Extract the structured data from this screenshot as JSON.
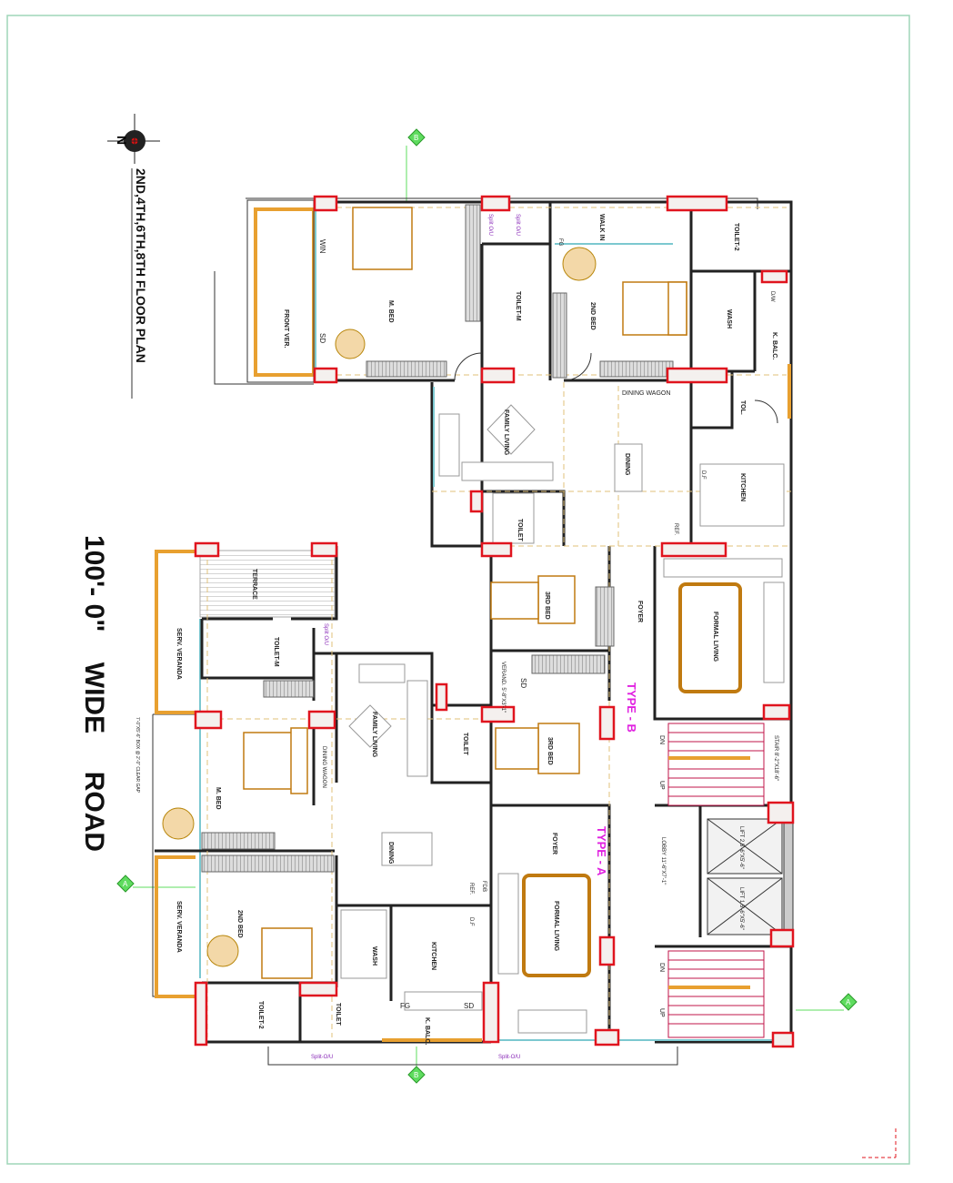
{
  "plan": {
    "title": "2ND,4TH,6TH,8TH  FLOOR PLAN",
    "road_label": "100'- 0\"    WIDE     ROAD",
    "type_a": "TYPE - A",
    "type_b": "TYPE - B",
    "grid_marker": "B",
    "grid_marker_2": "A"
  },
  "upper_unit": {
    "front_verandah": "FRONT VER.",
    "master_bed": "M. BED",
    "toilet_m": "TOILET-M",
    "split_1": "Split O/U",
    "split_2": "Split O/U",
    "walk_in": "WALK IN",
    "second_bed": "2ND BED",
    "toilet_2": "TOILET-2",
    "wash": "WASH",
    "kitchen_balcony": "K. BALC.",
    "toilet_small": "TOL.",
    "dining_wagon": "DINING WAGON",
    "family_living": "FAMILY LIVING",
    "dining": "DINING",
    "kitchen": "KITCHEN",
    "toilet": "TOILET",
    "dw": "D/W",
    "df": "D.F",
    "ref": "REF.",
    "win": "WIN",
    "sd": "SD",
    "fg": "FG"
  },
  "lower_unit": {
    "terrace": "TERRACE",
    "serv_verandah_1": "SERV. VERANDA",
    "toilet_m": "TOILET-M",
    "split": "Split O/U",
    "master_bed": "M. BED",
    "dining_wagon": "DINING WAGON",
    "serv_verandah_2": "SERV. VERANDA",
    "second_bed": "2ND BED",
    "toilet_2": "TOILET-2",
    "toilet_3": "TOILET",
    "wash": "WASH",
    "kitchen": "KITCHEN",
    "kitchen_balcony": "K. BALC.",
    "family_living": "FAMILY LIVING",
    "dining": "DINING",
    "toilet": "TOILET",
    "split_bottom": "Split-O/U",
    "split_bottom_2": "Split-O/U",
    "ac_note": "7'-0\"X5'-6\" BOX @ 2'-0\" CLEAR GAP",
    "fg": "FG",
    "sd": "SD",
    "df": "D.F",
    "ref": "REF."
  },
  "core": {
    "bed_b": "3RD BED",
    "verandah": "VERAND.\n5'-8\"X3'-1\"",
    "bed_a": "3RD BED",
    "foyer_a": "FOYER",
    "foyer_b": "FOYER",
    "formal_living_a": "FORMAL LIVING",
    "formal_living_b": "FORMAL LIVING",
    "stair": "STAIR 8'-2\"X18'-6\"",
    "lift_1": "LIFT 1 5'-6\"X5'-6\"",
    "lift_2": "LIFT 2 5'-6\"X5'-6\"",
    "lobby": "LOBBY 11'-6\"X7'-1\"",
    "dn": "DN",
    "up": "UP",
    "fdb": "FDB",
    "sd": "SD"
  },
  "colors": {
    "column": "#e0141e",
    "balcony": "#e8a030",
    "glass": "#7cc8d0",
    "type_label": "#e020e0",
    "border": "#9fd6b8"
  }
}
